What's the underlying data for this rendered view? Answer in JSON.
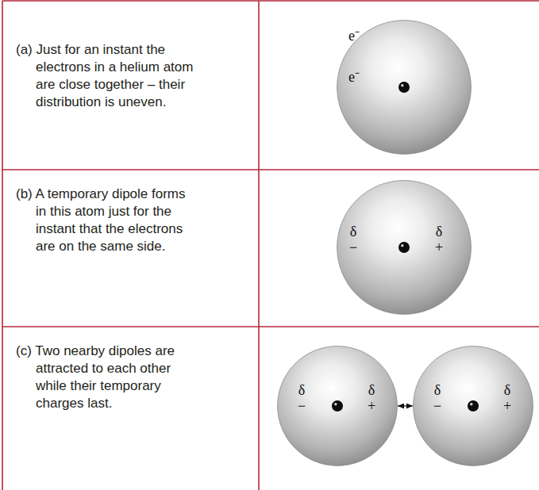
{
  "diagram": {
    "nodes": [
      {
        "text": [
          "(a) Just for an instant the electrons in a helium atom are close together – their distribution is uneven."
        ]
      },
      {
        "text": [
          "e⁻",
          "e⁻"
        ]
      },
      {
        "text": [
          "(b) A temporary dipole forms in this atom just for the instant that the electrons are on the same side."
        ]
      },
      {
        "text": [
          "δ −",
          "δ +"
        ]
      },
      {
        "text": [
          "(c) Two nearby dipoles are attracted to each other while their temporary charges last."
        ]
      },
      {
        "text": [
          "δ −",
          "δ +"
        ]
      },
      {
        "text": [
          "δ −",
          "δ +"
        ]
      }
    ],
    "edges": [
      {
        "from": 5,
        "to": 6,
        "arrow": "both"
      }
    ]
  }
}
